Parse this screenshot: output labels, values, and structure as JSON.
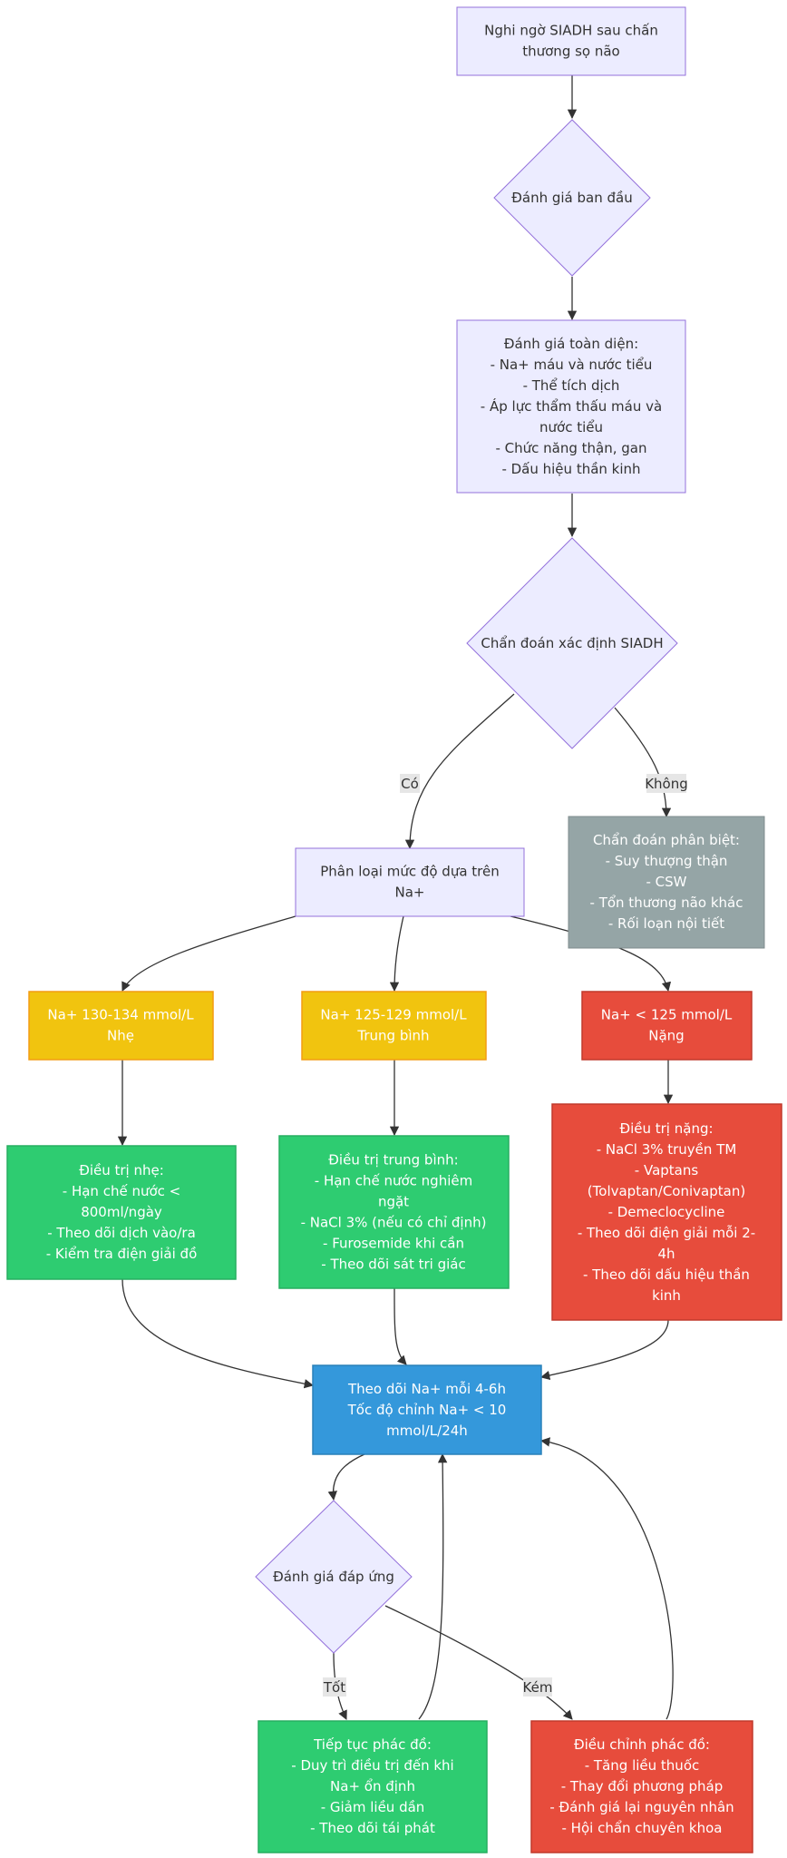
{
  "colors": {
    "default_fill": "#ececff",
    "default_stroke": "#9370db",
    "default_text": "#333333",
    "yellow": "#f1c40f",
    "yellow_stroke": "#f39c12",
    "green": "#2ecc71",
    "green_stroke": "#27ae60",
    "red": "#e74c3c",
    "red_stroke": "#c0392b",
    "blue": "#3498db",
    "blue_stroke": "#2980b9",
    "gray": "#95a5a6",
    "gray_stroke": "#7f8c8d",
    "white_text": "#ffffff",
    "edge": "#333333"
  },
  "nodes": {
    "start": {
      "lines": [
        "Nghi ngờ SIADH sau chấn",
        "thương sọ não"
      ]
    },
    "initial_eval": {
      "lines": [
        "Đánh giá ban đầu"
      ]
    },
    "comprehensive": {
      "lines": [
        "Đánh giá toàn diện:",
        "- Na+ máu và nước tiểu",
        "- Thể tích dịch",
        "- Áp lực thẩm thấu máu và",
        "nước tiểu",
        "- Chức năng thận, gan",
        "- Dấu hiệu thần kinh"
      ]
    },
    "confirm": {
      "lines": [
        "Chẩn đoán xác định SIADH"
      ]
    },
    "classify": {
      "lines": [
        "Phân loại mức độ dựa trên",
        "Na+"
      ]
    },
    "differential": {
      "lines": [
        "Chẩn đoán phân biệt:",
        "- Suy thượng thận",
        "- CSW",
        "- Tổn thương não khác",
        "- Rối loạn nội tiết"
      ]
    },
    "mild": {
      "lines": [
        "Na+ 130-134 mmol/L",
        "Nhẹ"
      ]
    },
    "moderate": {
      "lines": [
        "Na+ 125-129 mmol/L",
        "Trung bình"
      ]
    },
    "severe": {
      "lines": [
        "Na+ < 125 mmol/L",
        "Nặng"
      ]
    },
    "treat_mild": {
      "lines": [
        "Điều trị nhẹ:",
        "- Hạn chế nước <",
        "800ml/ngày",
        "- Theo dõi dịch vào/ra",
        "- Kiểm tra điện giải đồ"
      ]
    },
    "treat_moderate": {
      "lines": [
        "Điều trị trung bình:",
        "- Hạn chế nước nghiêm",
        "ngặt",
        "- NaCl 3% (nếu có chỉ định)",
        "- Furosemide khi cần",
        "- Theo dõi sát tri giác"
      ]
    },
    "treat_severe": {
      "lines": [
        "Điều trị nặng:",
        "- NaCl 3% truyền TM",
        "- Vaptans",
        "(Tolvaptan/Conivaptan)",
        "- Demeclocycline",
        "- Theo dõi điện giải mỗi 2-",
        "4h",
        "- Theo dõi dấu hiệu thần",
        "kinh"
      ]
    },
    "monitor": {
      "lines": [
        "Theo dõi Na+ mỗi 4-6h",
        "Tốc độ chỉnh Na+ < 10",
        "mmol/L/24h"
      ]
    },
    "response": {
      "lines": [
        "Đánh giá đáp ứng"
      ]
    },
    "continue": {
      "lines": [
        "Tiếp tục phác đồ:",
        "- Duy trì điều trị đến khi",
        "Na+ ổn định",
        "- Giảm liều dần",
        "- Theo dõi tái phát"
      ]
    },
    "adjust": {
      "lines": [
        "Điều chỉnh phác đồ:",
        "- Tăng liều thuốc",
        "- Thay đổi phương pháp",
        "- Đánh giá lại nguyên nhân",
        "- Hội chẩn chuyên khoa"
      ]
    }
  },
  "edge_labels": {
    "yes": "Có",
    "no": "Không",
    "good": "Tốt",
    "poor": "Kém"
  }
}
